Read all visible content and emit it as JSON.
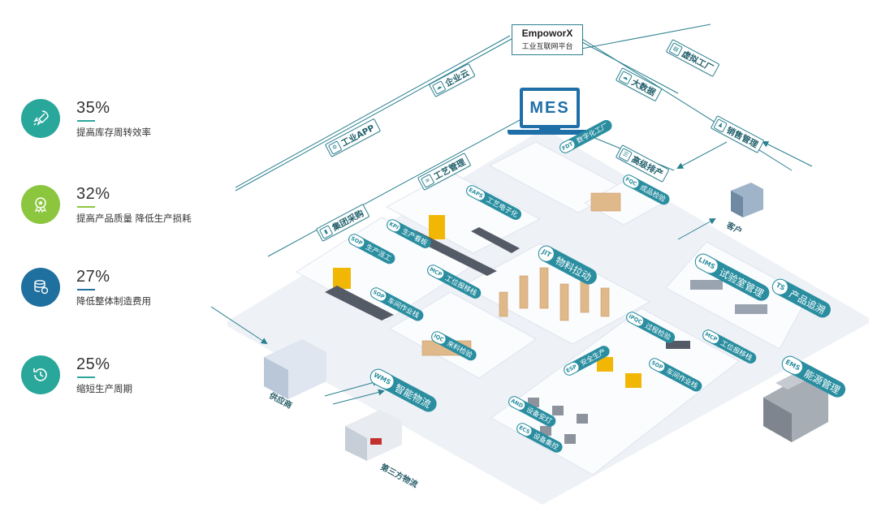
{
  "stats": [
    {
      "percent": "35%",
      "desc": "提高库存周转效率",
      "icon": "rocket-icon",
      "color": "#2aa79b"
    },
    {
      "percent": "32%",
      "desc": "提高产品质量 降低生产损耗",
      "icon": "award-badge-icon",
      "color": "#8cc63f"
    },
    {
      "percent": "27%",
      "desc": "降低整体制造费用",
      "icon": "coins-icon",
      "color": "#1f6f9f"
    },
    {
      "percent": "25%",
      "desc": "缩短生产周期",
      "icon": "history-clock-icon",
      "color": "#2aa79b"
    }
  ],
  "platform": {
    "brand": "EmpoworX",
    "subtitle": "工业互联网平台"
  },
  "mes": "MES",
  "tags": {
    "enterprise_cloud": "企业云",
    "industrial_app": "工业APP",
    "craft_mgmt": "工艺管理",
    "group_procurement": "集团采购",
    "virtual_factory": "虚拟工厂",
    "big_data": "大数据",
    "sales_mgmt": "销售管理",
    "advanced_scheduling": "高级排产"
  },
  "chips": {
    "fdt": {
      "abbr": "FDT",
      "label": "数字化工厂"
    },
    "fqc": {
      "abbr": "FQC",
      "label": "成品检验"
    },
    "eaps": {
      "abbr": "EAPS",
      "label": "工艺电子化"
    },
    "kpi": {
      "abbr": "KPI",
      "label": "生产看板"
    },
    "sop": {
      "abbr": "SOP",
      "label": "生产派工"
    },
    "mcp": {
      "abbr": "MCP",
      "label": "工位报移栈"
    },
    "sop2": {
      "abbr": "SOP",
      "label": "车间作业栈"
    },
    "iqc": {
      "abbr": "IQC",
      "label": "来料检验"
    },
    "ipqc": {
      "abbr": "IPQC",
      "label": "过程检验"
    },
    "mcp2": {
      "abbr": "MCP",
      "label": "工位报移栈"
    },
    "esp": {
      "abbr": "ESP",
      "label": "安全生产"
    },
    "sop3": {
      "abbr": "SOP",
      "label": "车间作业栈"
    },
    "and": {
      "abbr": "AND",
      "label": "设备安灯"
    },
    "ecs": {
      "abbr": "ECS",
      "label": "设备集控"
    }
  },
  "big_chips": {
    "jit": {
      "abbr": "JIT",
      "label": "物料拉动"
    },
    "lims": {
      "abbr": "LIMS",
      "label": "试验室管理"
    },
    "ts": {
      "abbr": "TS",
      "label": "产品追溯"
    },
    "wms": {
      "abbr": "WMS",
      "label": "智能物流"
    },
    "ems": {
      "abbr": "EMS",
      "label": "能源管理"
    }
  },
  "buildings": {
    "customer": "客户",
    "supplier": "供应商",
    "third_party": "第三方物流"
  }
}
